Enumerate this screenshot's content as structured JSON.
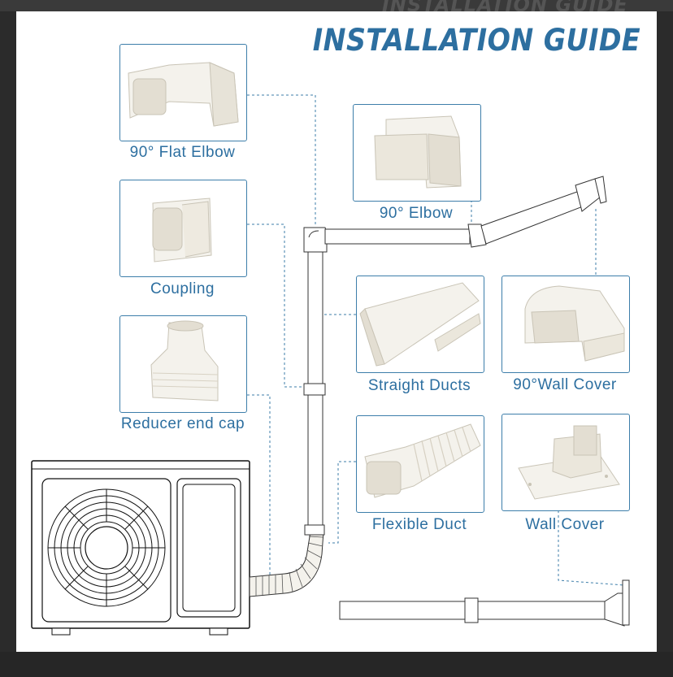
{
  "title": "INSTALLATION GUIDE",
  "ghost_title": "INSTALLATION GUIDE",
  "parts": {
    "flat_elbow": "90° Flat Elbow",
    "coupling": "Coupling",
    "reducer_end_cap": "Reducer end cap",
    "elbow": "90° Elbow",
    "straight_ducts": "Straight Ducts",
    "wall_cover_90": "90°Wall Cover",
    "flexible_duct": "Flexible Duct",
    "wall_cover": "Wall Cover"
  },
  "colors": {
    "title": "#2d6fa0",
    "label": "#2d6fa0",
    "box_border": "#3d7eaa",
    "leader_line": "#3d7eaa",
    "part": "#f4f2ec"
  }
}
